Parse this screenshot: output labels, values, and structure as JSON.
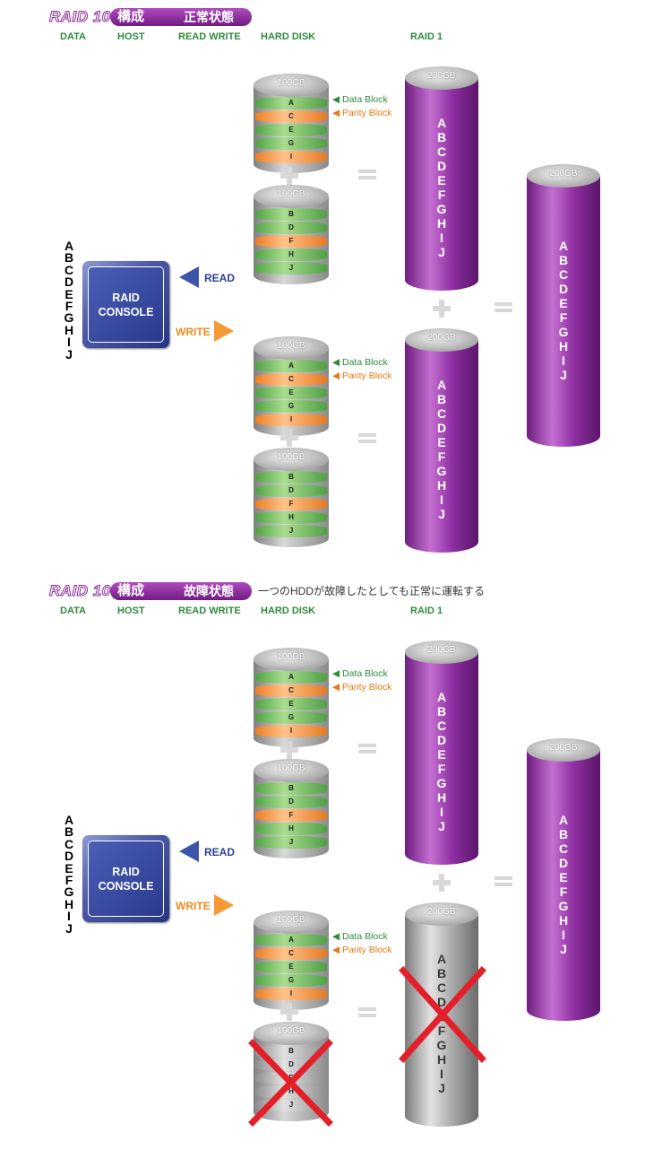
{
  "panels": [
    {
      "raid_label": "RAID 10",
      "kosei": "構成",
      "state": "正常状態",
      "note": "",
      "headers": {
        "data": "DATA",
        "host": "HOST",
        "read_write": "READ WRITE",
        "hard_disk": "HARD DISK",
        "raid1": "RAID 1"
      },
      "read": "READ",
      "write": "WRITE",
      "console": [
        "RAID",
        "CONSOLE"
      ],
      "data_letters": [
        "A",
        "B",
        "C",
        "D",
        "E",
        "F",
        "G",
        "H",
        "I",
        "J"
      ],
      "disks": [
        {
          "cap": "100GB",
          "layers": [
            [
              "A",
              "g"
            ],
            [
              "C",
              "o"
            ],
            [
              "E",
              "g"
            ],
            [
              "G",
              "g"
            ],
            [
              "I",
              "o"
            ]
          ],
          "failed": false
        },
        {
          "cap": "100GB",
          "layers": [
            [
              "B",
              "g"
            ],
            [
              "D",
              "g"
            ],
            [
              "F",
              "o"
            ],
            [
              "H",
              "g"
            ],
            [
              "J",
              "g"
            ]
          ],
          "failed": false
        },
        {
          "cap": "100GB",
          "layers": [
            [
              "A",
              "g"
            ],
            [
              "C",
              "o"
            ],
            [
              "E",
              "g"
            ],
            [
              "G",
              "g"
            ],
            [
              "I",
              "o"
            ]
          ],
          "failed": false
        },
        {
          "cap": "100GB",
          "layers": [
            [
              "B",
              "g"
            ],
            [
              "D",
              "g"
            ],
            [
              "F",
              "o"
            ],
            [
              "H",
              "g"
            ],
            [
              "J",
              "g"
            ]
          ],
          "failed": false
        }
      ],
      "legend": {
        "data_block": "◀ Data Block",
        "parity_block": "◀ Parity Block"
      },
      "raid1": [
        {
          "cap": "200GB",
          "letters": [
            "A",
            "B",
            "C",
            "D",
            "E",
            "F",
            "G",
            "H",
            "I",
            "J"
          ],
          "failed": false
        },
        {
          "cap": "200GB",
          "letters": [
            "A",
            "B",
            "C",
            "D",
            "E",
            "F",
            "G",
            "H",
            "I",
            "J"
          ],
          "failed": false
        }
      ],
      "raid10": {
        "cap": "200GB",
        "letters": [
          "A",
          "B",
          "C",
          "D",
          "E",
          "F",
          "G",
          "H",
          "I",
          "J"
        ]
      },
      "colors": {
        "purple": "#8d2ea0",
        "green": "#2e8b3e",
        "orange": "#f08a1c",
        "navy": "#2b3f94",
        "failed_x": "#e3202a"
      }
    },
    {
      "raid_label": "RAID 10",
      "kosei": "構成",
      "state": "故障状態",
      "note": "一つのHDDが故障したとしても正常に運転する",
      "headers": {
        "data": "DATA",
        "host": "HOST",
        "read_write": "READ WRITE",
        "hard_disk": "HARD DISK",
        "raid1": "RAID 1"
      },
      "read": "READ",
      "write": "WRITE",
      "console": [
        "RAID",
        "CONSOLE"
      ],
      "data_letters": [
        "A",
        "B",
        "C",
        "D",
        "E",
        "F",
        "G",
        "H",
        "I",
        "J"
      ],
      "disks": [
        {
          "cap": "100GB",
          "layers": [
            [
              "A",
              "g"
            ],
            [
              "C",
              "o"
            ],
            [
              "E",
              "g"
            ],
            [
              "G",
              "g"
            ],
            [
              "I",
              "o"
            ]
          ],
          "failed": false
        },
        {
          "cap": "100GB",
          "layers": [
            [
              "B",
              "g"
            ],
            [
              "D",
              "g"
            ],
            [
              "F",
              "o"
            ],
            [
              "H",
              "g"
            ],
            [
              "J",
              "g"
            ]
          ],
          "failed": false
        },
        {
          "cap": "100GB",
          "layers": [
            [
              "A",
              "g"
            ],
            [
              "C",
              "o"
            ],
            [
              "E",
              "g"
            ],
            [
              "G",
              "g"
            ],
            [
              "I",
              "o"
            ]
          ],
          "failed": false
        },
        {
          "cap": "100GB",
          "layers": [
            [
              "B",
              "gy"
            ],
            [
              "D",
              "gy"
            ],
            [
              "F",
              "gy"
            ],
            [
              "H",
              "gy"
            ],
            [
              "J",
              "gy"
            ]
          ],
          "failed": true
        }
      ],
      "legend": {
        "data_block": "◀ Data Block",
        "parity_block": "◀ Parity Block"
      },
      "raid1": [
        {
          "cap": "200GB",
          "letters": [
            "A",
            "B",
            "C",
            "D",
            "E",
            "F",
            "G",
            "H",
            "I",
            "J"
          ],
          "failed": false
        },
        {
          "cap": "200GB",
          "letters": [
            "A",
            "B",
            "C",
            "D",
            "E",
            "F",
            "G",
            "H",
            "I",
            "J"
          ],
          "failed": true
        }
      ],
      "raid10": {
        "cap": "200GB",
        "letters": [
          "A",
          "B",
          "C",
          "D",
          "E",
          "F",
          "G",
          "H",
          "I",
          "J"
        ]
      },
      "colors": {
        "purple": "#8d2ea0",
        "green": "#2e8b3e",
        "orange": "#f08a1c",
        "navy": "#2b3f94",
        "failed_x": "#e3202a"
      }
    }
  ]
}
